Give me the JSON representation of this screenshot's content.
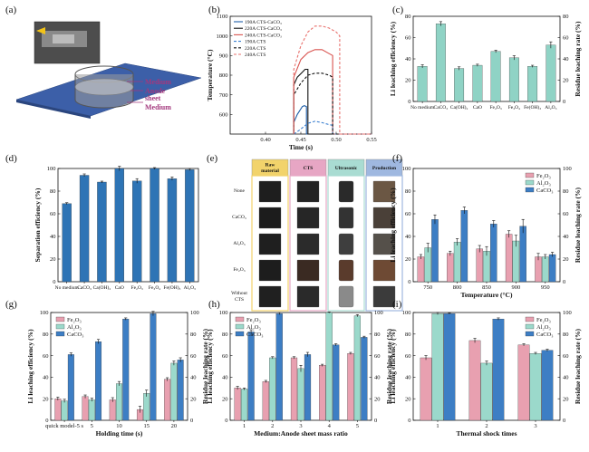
{
  "panels": {
    "a": {
      "label": "(a)",
      "annotations": [
        "Medium",
        "Anode",
        "sheet",
        "Medium"
      ]
    },
    "e": {
      "label": "(e)",
      "columns": [
        "Raw material",
        "CTS",
        "Ultrasonic",
        "Production"
      ],
      "column_colors": [
        "#f2d36b",
        "#e7a6c4",
        "#a9dcd2",
        "#9fb8e0"
      ],
      "rows": [
        "None",
        "CaCO3",
        "Al2O3",
        "Fe2O3",
        "Without CTS"
      ]
    }
  },
  "chart_data": [
    {
      "id": "b",
      "label": "(b)",
      "type": "line",
      "xlabel": "Time (s)",
      "ylabel": "Temperature (°C)",
      "xlim": [
        0.35,
        0.55
      ],
      "ylim": [
        500,
        1100
      ],
      "xticks": [
        "0.40",
        "0.45",
        "0.50",
        "0.55"
      ],
      "yticks": [
        "600",
        "700",
        "800",
        "900",
        "1000",
        "1100"
      ],
      "legend_position": "top-left",
      "series": [
        {
          "name": "190A CTS-CaCO3",
          "color": "#1f5fa8",
          "dash": "solid",
          "x": [
            0.44,
            0.44,
            0.445,
            0.452,
            0.455,
            0.458,
            0.458,
            0.55
          ],
          "y": [
            500,
            560,
            600,
            640,
            645,
            640,
            500,
            500
          ]
        },
        {
          "name": "220A CTS-CaCO3",
          "color": "#111111",
          "dash": "solid",
          "x": [
            0.44,
            0.44,
            0.445,
            0.452,
            0.456,
            0.46,
            0.46,
            0.55
          ],
          "y": [
            500,
            750,
            790,
            815,
            830,
            830,
            500,
            500
          ]
        },
        {
          "name": "240A CTS-CaCO3",
          "color": "#d9534f",
          "dash": "solid",
          "x": [
            0.44,
            0.44,
            0.45,
            0.46,
            0.47,
            0.48,
            0.49,
            0.495,
            0.495,
            0.55
          ],
          "y": [
            500,
            790,
            880,
            915,
            930,
            930,
            910,
            900,
            500,
            500
          ]
        },
        {
          "name": "190A CTS",
          "color": "#3a7fd0",
          "dash": "dashed",
          "x": [
            0.44,
            0.448,
            0.46,
            0.47,
            0.48,
            0.49,
            0.495,
            0.495,
            0.55
          ],
          "y": [
            500,
            520,
            555,
            565,
            558,
            548,
            545,
            500,
            500
          ]
        },
        {
          "name": "220A CTS",
          "color": "#111111",
          "dash": "dashed",
          "x": [
            0.44,
            0.44,
            0.45,
            0.46,
            0.47,
            0.48,
            0.49,
            0.495,
            0.495,
            0.55
          ],
          "y": [
            500,
            700,
            760,
            800,
            810,
            810,
            800,
            790,
            500,
            500
          ]
        },
        {
          "name": "240A CTS",
          "color": "#e8716d",
          "dash": "dashed",
          "x": [
            0.44,
            0.44,
            0.45,
            0.46,
            0.47,
            0.48,
            0.49,
            0.5,
            0.505,
            0.505,
            0.55
          ],
          "y": [
            500,
            830,
            950,
            1020,
            1050,
            1050,
            1040,
            1020,
            1000,
            500,
            500
          ]
        }
      ]
    },
    {
      "id": "c",
      "label": "(c)",
      "type": "bar",
      "ylabel": "Li  leaching efficiency (%)",
      "ylabel2": "Residue  leaching rate (%)",
      "ylim": [
        0,
        80
      ],
      "yticks": [
        "0",
        "20",
        "40",
        "60",
        "80"
      ],
      "y2ticks": [
        "0",
        "20",
        "40",
        "60",
        "80"
      ],
      "categories": [
        "No medium",
        "CaCO3",
        "Ca(OH)2",
        "CaO",
        "Fe2O3",
        "Fe3O4",
        "Fe(OH)3",
        "Al2O3"
      ],
      "values": [
        33,
        73,
        31,
        34,
        47,
        41,
        33,
        53
      ],
      "errors": [
        1.5,
        2,
        1.5,
        1,
        1.2,
        2,
        1,
        3
      ],
      "color": "#8fd3c5"
    },
    {
      "id": "d",
      "label": "(d)",
      "type": "bar",
      "ylabel": "Separation efficiency (%)",
      "ylim": [
        0,
        100
      ],
      "yticks": [
        "0",
        "20",
        "40",
        "60",
        "80",
        "100"
      ],
      "categories": [
        "No medium",
        "CaCO3",
        "Ca(OH)2",
        "CaO",
        "Fe2O3",
        "Fe3O4",
        "Fe(OH)3",
        "Al2O3"
      ],
      "values": [
        69,
        94,
        88,
        100,
        89,
        100,
        91,
        99
      ],
      "errors": [
        0.8,
        1.2,
        0.8,
        2,
        2,
        0.8,
        1.5,
        0.8
      ],
      "color": "#2e74b5"
    },
    {
      "id": "f",
      "label": "(f)",
      "type": "bar",
      "xlabel": "Temperature (°C)",
      "ylabel": "Li  leaching efficiency (%)",
      "ylabel2": "Residue  leaching rate (%)",
      "ylim": [
        0,
        100
      ],
      "yticks": [
        "0",
        "20",
        "40",
        "60",
        "80",
        "100"
      ],
      "y2ticks": [
        "0",
        "20",
        "40",
        "60",
        "80",
        "100"
      ],
      "categories": [
        "750",
        "800",
        "850",
        "900",
        "950"
      ],
      "legend_position": "top-right",
      "series": [
        {
          "name": "Fe2O3",
          "color": "#e8a0b0",
          "values": [
            22,
            25,
            29,
            42,
            22
          ],
          "errors": [
            2,
            2,
            3,
            3,
            3
          ]
        },
        {
          "name": "Al2O3",
          "color": "#9bd9cb",
          "values": [
            30,
            35,
            27,
            36,
            22
          ],
          "errors": [
            4,
            3,
            4,
            5,
            2
          ]
        },
        {
          "name": "CaCO3",
          "color": "#3d7ec4",
          "values": [
            55,
            63,
            51,
            49,
            24
          ],
          "errors": [
            4,
            3,
            3,
            6,
            2
          ]
        }
      ]
    },
    {
      "id": "g",
      "label": "(g)",
      "type": "bar",
      "xlabel": "Holding time (s)",
      "ylabel": "Li  leaching efficiency (%)",
      "ylabel2": "Residue  leaching rate (%)",
      "ylim": [
        0,
        100
      ],
      "yticks": [
        "0",
        "20",
        "40",
        "60",
        "80",
        "100"
      ],
      "y2ticks": [
        "0",
        "20",
        "40",
        "60",
        "80",
        "100"
      ],
      "categories": [
        "quick model-5 s",
        "5",
        "10",
        "15",
        "20"
      ],
      "legend_position": "top-left",
      "series": [
        {
          "name": "Fe2O3",
          "color": "#e8a0b0",
          "values": [
            20,
            22,
            19,
            10,
            38
          ],
          "errors": [
            1.5,
            1.5,
            2,
            3,
            1.5
          ]
        },
        {
          "name": "Al2O3",
          "color": "#9bd9cb",
          "values": [
            18,
            19,
            34,
            25,
            53
          ],
          "errors": [
            1.5,
            1.5,
            2,
            3,
            2
          ]
        },
        {
          "name": "CaCO3",
          "color": "#3d7ec4",
          "values": [
            61,
            73,
            94,
            99,
            56
          ],
          "errors": [
            1.5,
            2,
            1,
            2,
            2
          ]
        }
      ]
    },
    {
      "id": "h",
      "label": "(h)",
      "type": "bar",
      "xlabel": "Medium:Anode sheet mass ratio",
      "ylabel": "Li  leaching efficiency (%)",
      "ylabel2": "Residue  leaching rate (%)",
      "ylim": [
        0,
        100
      ],
      "yticks": [
        "0",
        "20",
        "40",
        "60",
        "80",
        "100"
      ],
      "y2ticks": [
        "0",
        "20",
        "40",
        "60",
        "80",
        "100"
      ],
      "categories": [
        "1",
        "2",
        "3",
        "4",
        "5"
      ],
      "legend_position": "top-left",
      "series": [
        {
          "name": "Fe2O3",
          "color": "#e8a0b0",
          "values": [
            30,
            36,
            58,
            51,
            62
          ],
          "errors": [
            1.5,
            1,
            1,
            1,
            1
          ]
        },
        {
          "name": "Al2O3",
          "color": "#9bd9cb",
          "values": [
            29,
            58,
            48,
            100,
            97
          ],
          "errors": [
            1,
            1,
            3,
            0.5,
            1
          ]
        },
        {
          "name": "CaCO3",
          "color": "#3d7ec4",
          "values": [
            82,
            99,
            61,
            70,
            77
          ],
          "errors": [
            2,
            1,
            2,
            1,
            1
          ]
        }
      ]
    },
    {
      "id": "i",
      "label": "(i)",
      "type": "bar",
      "xlabel": "Thermal shock times",
      "ylabel": "Li  leaching efficiency (%)",
      "ylabel2": "Residue  leaching rate (%)",
      "ylim": [
        0,
        100
      ],
      "yticks": [
        "0",
        "20",
        "40",
        "60",
        "80",
        "100"
      ],
      "y2ticks": [
        "0",
        "20",
        "40",
        "60",
        "80",
        "100"
      ],
      "categories": [
        "1",
        "2",
        "3"
      ],
      "legend_position": "top-right",
      "series": [
        {
          "name": "Fe2O3",
          "color": "#e8a0b0",
          "values": [
            58,
            74,
            70
          ],
          "errors": [
            2,
            2,
            1
          ]
        },
        {
          "name": "Al2O3",
          "color": "#9bd9cb",
          "values": [
            99,
            53,
            62
          ],
          "errors": [
            1,
            2,
            1
          ]
        },
        {
          "name": "CaCO3",
          "color": "#3d7ec4",
          "values": [
            99,
            94,
            65
          ],
          "errors": [
            0.5,
            1,
            1
          ]
        }
      ]
    }
  ]
}
